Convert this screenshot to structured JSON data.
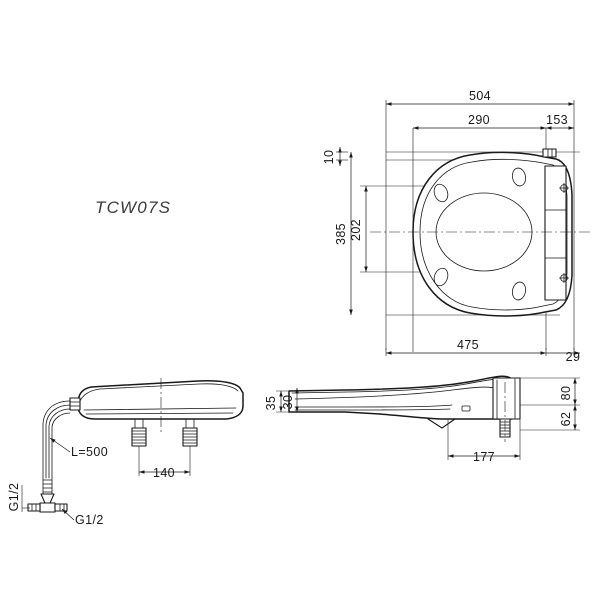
{
  "drawing": {
    "part_number": "TCW07S",
    "background_color": "#ffffff",
    "line_color": "#1a1a1a"
  },
  "views": {
    "top": {
      "name": "top-view",
      "dimensions": {
        "overall_width": "504",
        "inner_width": "290",
        "hinge_width": "153",
        "lid_edge": "10",
        "overall_depth": "385",
        "bowl_depth": "202",
        "seat_length": "475",
        "rear_offset": "29"
      }
    },
    "front": {
      "name": "front-view",
      "dimensions": {
        "bolt_spacing": "140",
        "hose_length": "L=500",
        "supply_thread_vertical": "G1/2",
        "supply_thread_horizontal": "G1/2"
      }
    },
    "side": {
      "name": "side-view",
      "dimensions": {
        "front_height": "35",
        "seat_thickness": "30",
        "body_height": "80",
        "lower_height": "62",
        "body_depth": "177"
      }
    }
  }
}
